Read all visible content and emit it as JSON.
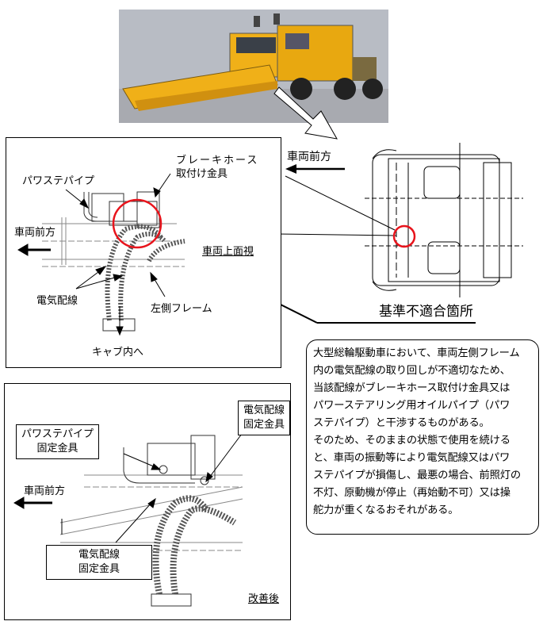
{
  "photo": {
    "alt_subject": "snowplow-truck"
  },
  "top_view": {
    "title": "基準不適合箇所",
    "front_label": "車両前方"
  },
  "before_diagram": {
    "power_steering_pipe": "パワステパイプ",
    "brake_hose_bracket_line1": "ブレーキホース",
    "brake_hose_bracket_line2": "取付け金具",
    "front_label": "車両前方",
    "view_label": "車両上面視",
    "wiring": "電気配線",
    "left_frame": "左側フレーム",
    "to_cab": "キャブ内へ"
  },
  "description": {
    "lines": [
      "大型総輪駆動車において、車両左側フレーム",
      "内の電気配線の取り回しが不適切なため、",
      "当該配線がブレーキホース取付け金具又は",
      "パワーステアリング用オイルパイプ（パワ",
      "ステパイプ）と干渉するものがある。",
      "そのため、そのままの状態で使用を続ける",
      "と、車両の振動等により電気配線又はパワ",
      "ステパイプが損傷し、最悪の場合、前照灯の",
      "不灯、原動機が停止（再始動不可）又は操",
      "舵力が重くなるおそれがある。"
    ]
  },
  "after_diagram": {
    "pipe_bracket_line1": "パワステパイプ",
    "pipe_bracket_line2": "固定金具",
    "wiring_bracket_top_line1": "電気配線",
    "wiring_bracket_top_line2": "固定金具",
    "front_label": "車両前方",
    "wiring_bracket_bottom_line1": "電気配線",
    "wiring_bracket_bottom_line2": "固定金具",
    "after_label": "改善後"
  },
  "colors": {
    "highlight": "#e8141c",
    "truck": "#f0b018",
    "photo_bg": "#b8bcc4"
  }
}
